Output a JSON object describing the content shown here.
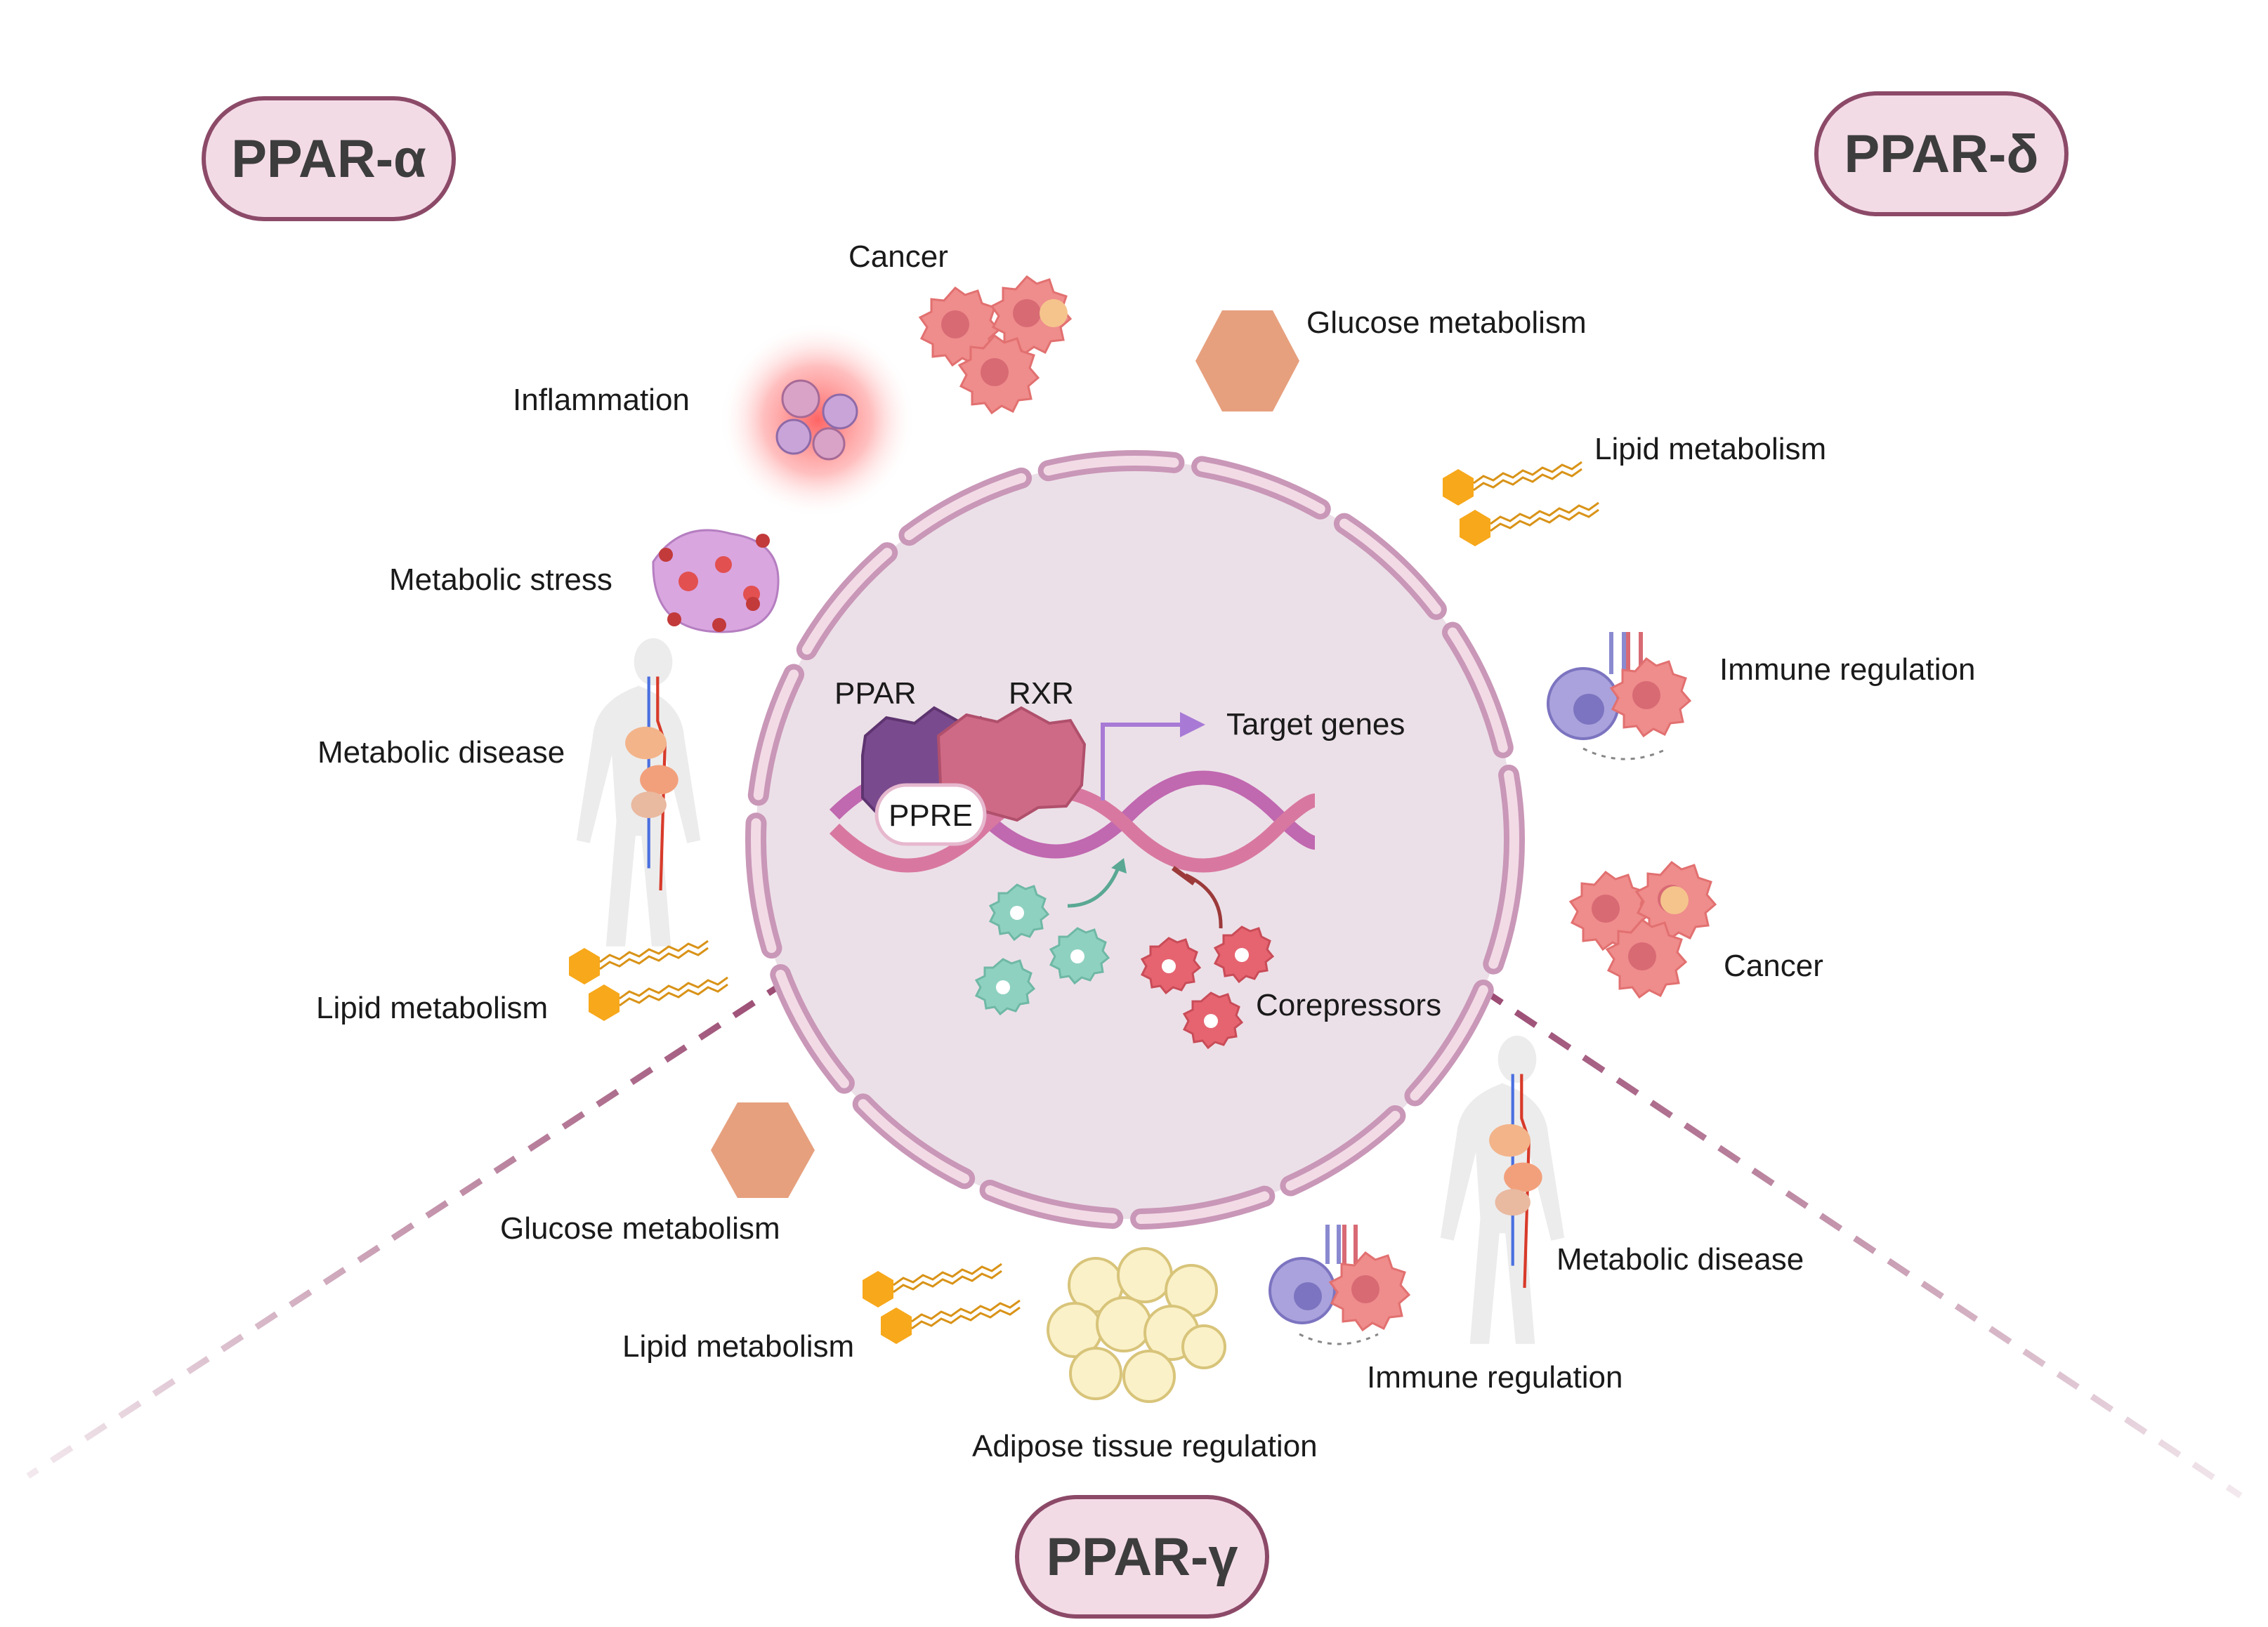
{
  "pills": {
    "alpha": "PPAR-α",
    "delta": "PPAR-δ",
    "gamma": "PPAR-γ"
  },
  "alpha_labels": {
    "cancer": "Cancer",
    "inflammation": "Inflammation",
    "metabolic_stress": "Metabolic stress",
    "metabolic_disease": "Metabolic disease",
    "lipid_metabolism": "Lipid metabolism"
  },
  "delta_labels": {
    "glucose_metabolism": "Glucose metabolism",
    "lipid_metabolism": "Lipid metabolism",
    "immune_regulation": "Immune regulation",
    "cancer": "Cancer",
    "metabolic_disease": "Metabolic disease"
  },
  "gamma_labels": {
    "glucose_metabolism": "Glucose metabolism",
    "lipid_metabolism": "Lipid metabolism",
    "adipose_tissue_regulation": "Adipose tissue regulation",
    "immune_regulation": "Immune regulation"
  },
  "nucleus": {
    "ppar": "PPAR",
    "rxr": "RXR",
    "ppre": "PPRE",
    "target_genes": "Target genes",
    "corepressors": "Corepressors"
  },
  "colors": {
    "pill_fill": "#f3dbe6",
    "pill_stroke": "#8c4a68",
    "divider": "#9a4a72",
    "nucleus_fill": "#ece0e8",
    "membrane": "#c997b8",
    "ppar_protein": "#7a4a8e",
    "rxr_protein": "#cf6a86",
    "dna_a": "#c068b0",
    "dna_b": "#d878a0",
    "coactivator": "#8fd1c0",
    "corepressor": "#e56470",
    "hexagon": "#e6a07e",
    "lipid_head": "#f7a81b",
    "cancer_cell": "#ef8c8c"
  }
}
